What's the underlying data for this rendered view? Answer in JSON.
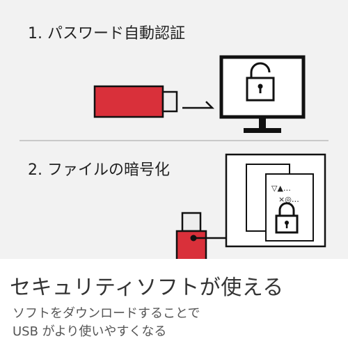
{
  "steps": [
    {
      "title": "1. パスワード自動認証"
    },
    {
      "title": "2. ファイルの暗号化"
    }
  ],
  "document": {
    "line1": "▽▲…",
    "line2": "×◎…"
  },
  "footer": {
    "headline": "セキュリティソフトが使える",
    "line1": "ソフトをダウンロードすることで",
    "line2": "USB がより使いやすくなる"
  },
  "colors": {
    "usb_red": "#d9303a",
    "usb_dark": "#8a1f25",
    "cap": "#eeeeee",
    "line": "#111111",
    "band": "#ffffff"
  },
  "icons": [
    "usb-drive-icon",
    "monitor-icon",
    "padlock-open-icon",
    "padlock-closed-icon",
    "document-icon",
    "arrow-icon"
  ]
}
